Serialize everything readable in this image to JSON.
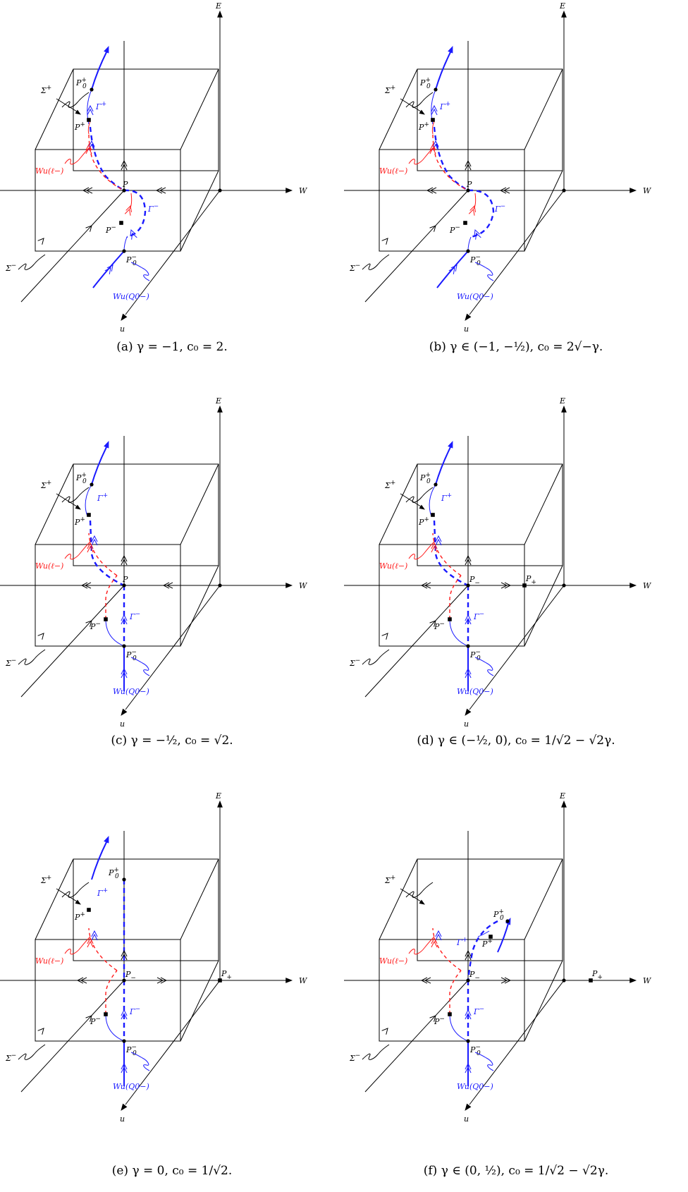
{
  "colors": {
    "blue": "#1a1aff",
    "red": "#ff1a1a",
    "black": "#000000"
  },
  "axis_labels": {
    "E": "E",
    "W": "W",
    "u": "u"
  },
  "point_labels": {
    "P": "P",
    "P_minus_sub": "P−",
    "P_plus_sub": "P+",
    "P_sup_minus": "P−",
    "P_sup_plus": "P+",
    "P0_plus": "P0+",
    "P0_minus": "P0−"
  },
  "curve_labels": {
    "Gamma_plus": "Γ+",
    "Gamma_minus": "Γ−",
    "Sigma_plus": "Σ+",
    "Sigma_minus": "Σ−",
    "Wu_ell": "Wu(ℓ−)",
    "Wu_Q0": "Wu(Q0−)"
  },
  "panels": [
    {
      "id": "a",
      "caption": "(a) γ = −1, c₀ = 2."
    },
    {
      "id": "b",
      "caption": "(b) γ ∈ (−1, −½), c₀ = 2√−γ."
    },
    {
      "id": "c",
      "caption": "(c) γ = −½, c₀ = √2."
    },
    {
      "id": "d",
      "caption": "(d) γ ∈ (−½, 0), c₀ = 1/√2 − √2γ."
    },
    {
      "id": "e",
      "caption": "(e) γ = 0, c₀ = 1/√2."
    },
    {
      "id": "f",
      "caption": "(f) γ ∈ (0, ½), c₀ = 1/√2 − √2γ."
    }
  ]
}
